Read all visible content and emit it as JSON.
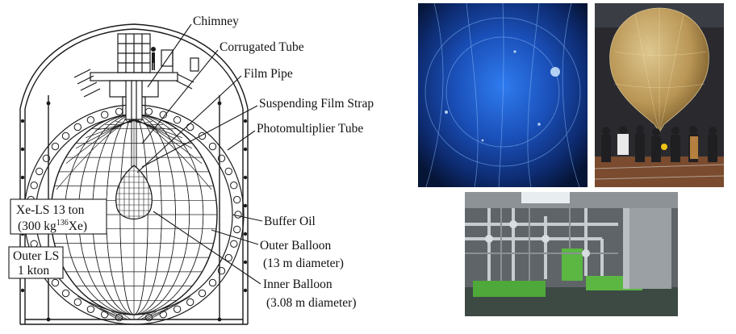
{
  "labels": {
    "chimney": "Chimney",
    "corrugated_tube": "Corrugated Tube",
    "film_pipe": "Film Pipe",
    "suspending_film_strap": "Suspending Film Strap",
    "photomultiplier_tube": "Photomultiplier Tube",
    "buffer_oil": "Buffer Oil",
    "outer_balloon": "Outer Balloon",
    "outer_balloon_size": "(13 m diameter)",
    "inner_balloon": "Inner Balloon",
    "inner_balloon_size": "(3.08 m diameter)"
  },
  "xe_box": {
    "line1": "Xe-LS 13 ton",
    "line2_prefix": "(300 kg",
    "line2_sup": "136",
    "line2_suffix": "Xe)"
  },
  "ls_box": {
    "line1": "Outer LS",
    "line2": "1 kton"
  },
  "colors": {
    "line": "#1a1a1a",
    "detector_glow": "#1e5fd8",
    "balloon_gold": "#c9a25a",
    "pipe_green": "#4fa83a"
  }
}
